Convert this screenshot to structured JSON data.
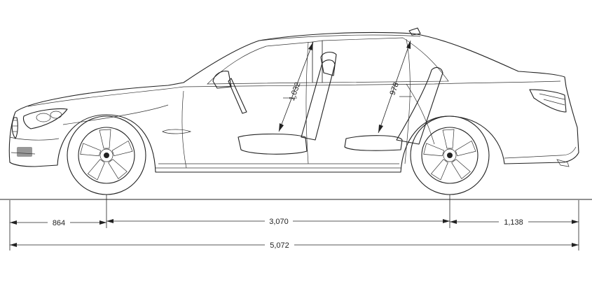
{
  "dimensions": {
    "front_overhang": "864",
    "wheelbase": "3,070",
    "rear_overhang": "1,138",
    "overall_length": "5,072",
    "front_headroom": "1,032",
    "rear_headroom": "978"
  },
  "colors": {
    "line": "#222222",
    "background": "#ffffff"
  }
}
